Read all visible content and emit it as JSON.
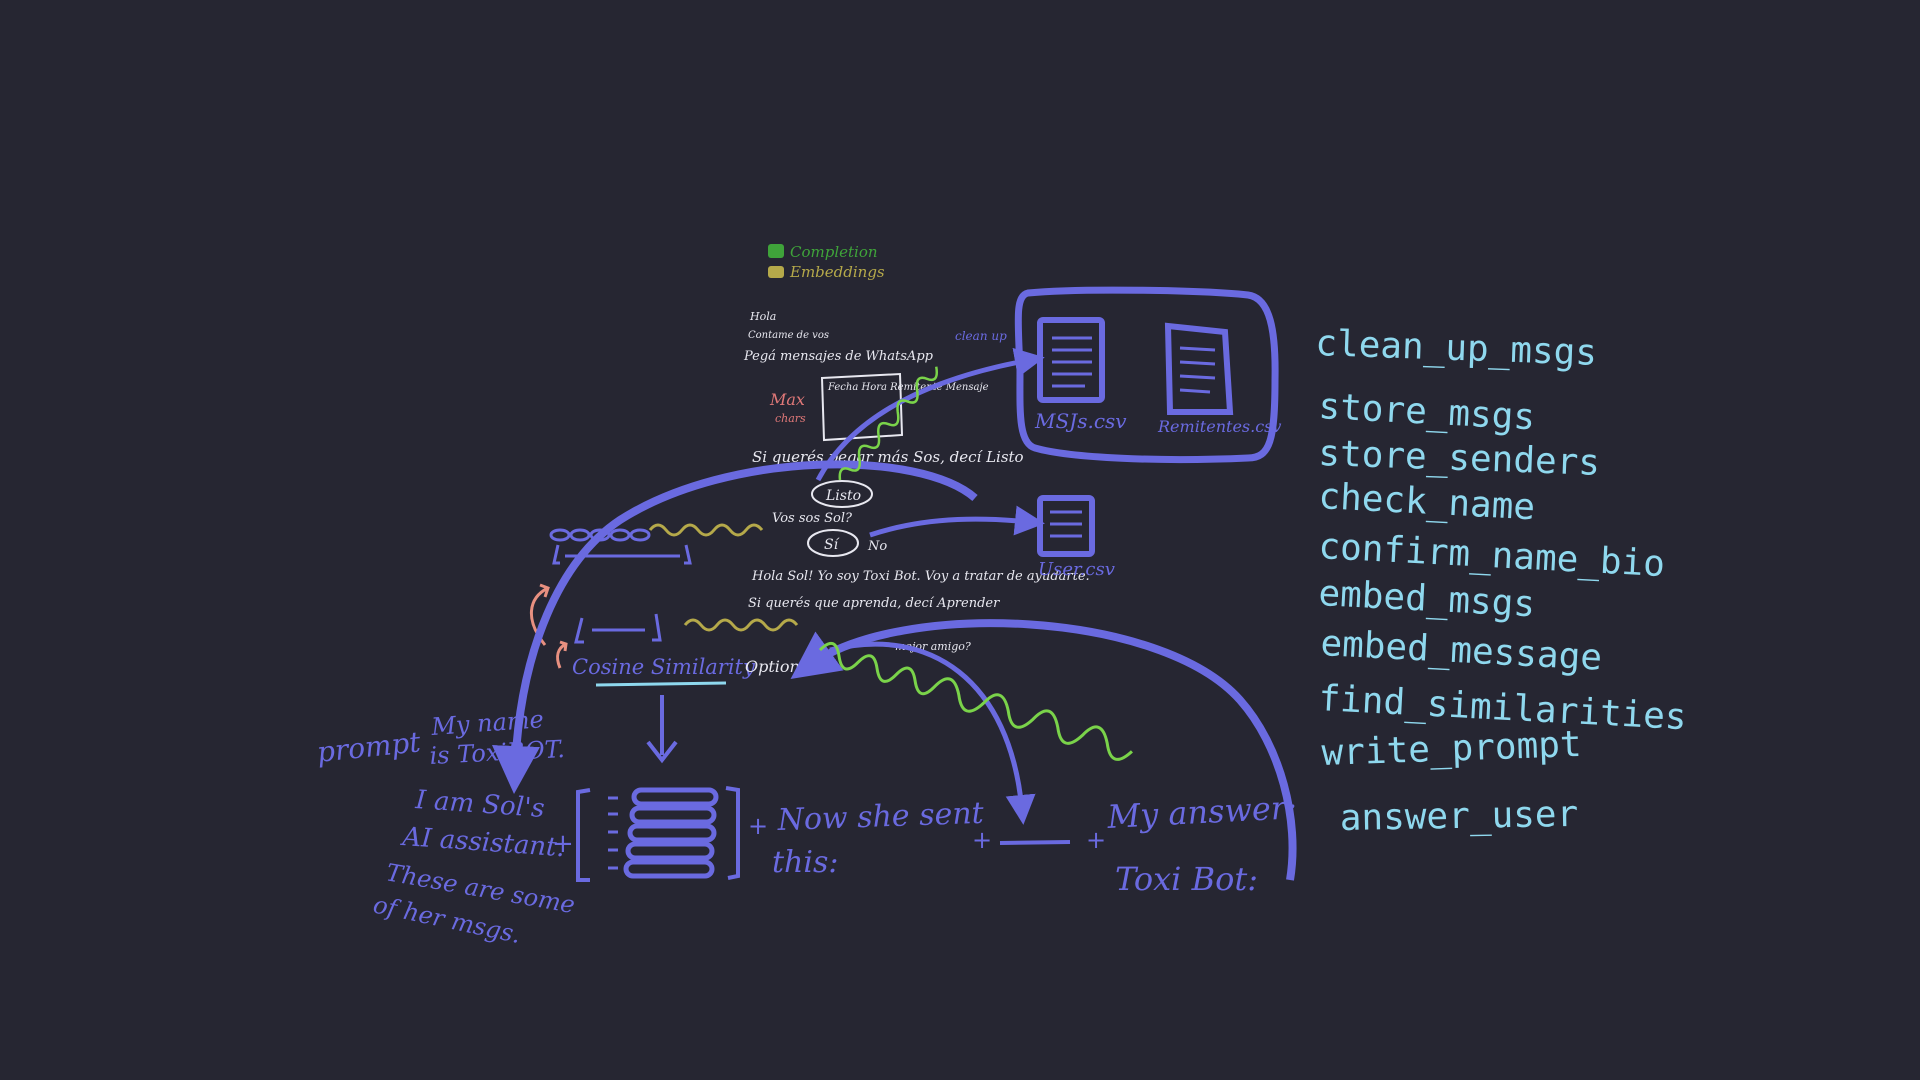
{
  "legend": [
    {
      "label": "Completion",
      "color": "#3fa33a"
    },
    {
      "label": "Embeddings",
      "color": "#b5a94a"
    }
  ],
  "chat": {
    "line1": "Hola",
    "line2": "Contame de vos",
    "line3": "Pegá mensajes de WhatsApp",
    "max_chars": "Max",
    "max_chars2": "chars",
    "table_header": "Fecha Hora Remitente Mensaje",
    "listo_prompt": "Si querés pegar más Sos, decí Listo",
    "listo_button": "Listo",
    "name_question": "Vos sos Sol?",
    "yes_button": "Sí",
    "no_option": "No",
    "greeting": "Hola Sol! Yo soy Toxi Bot. Voy a tratar de ayudarte.",
    "learn_prompt": "Si querés que aprenda, decí Aprender",
    "sample_question": "mejor amigo?",
    "clean_note": "clean up"
  },
  "files": {
    "msgs": "MSJs.csv",
    "senders": "Remitentes.csv",
    "user": "User.csv"
  },
  "embeddings": {
    "cosine": "Cosine Similarity",
    "options": "Options"
  },
  "prompt": {
    "label": "prompt",
    "line1": "My name",
    "line2": "is ToxiBOT.",
    "line3": "I am Sol's",
    "line4": "AI assistant.",
    "line5": "These are some",
    "line6": "of her msgs.",
    "plus": "+",
    "now_sent1": "Now she sent",
    "now_sent2": "this:",
    "answer1": "My answer:",
    "answer2": "Toxi Bot:"
  },
  "functions": [
    "clean_up_msgs",
    "store_msgs",
    "store_senders",
    "check_name",
    "confirm_name_bio",
    "embed_msgs",
    "embed_message",
    "find_similarities",
    "write_prompt",
    "answer_user"
  ]
}
